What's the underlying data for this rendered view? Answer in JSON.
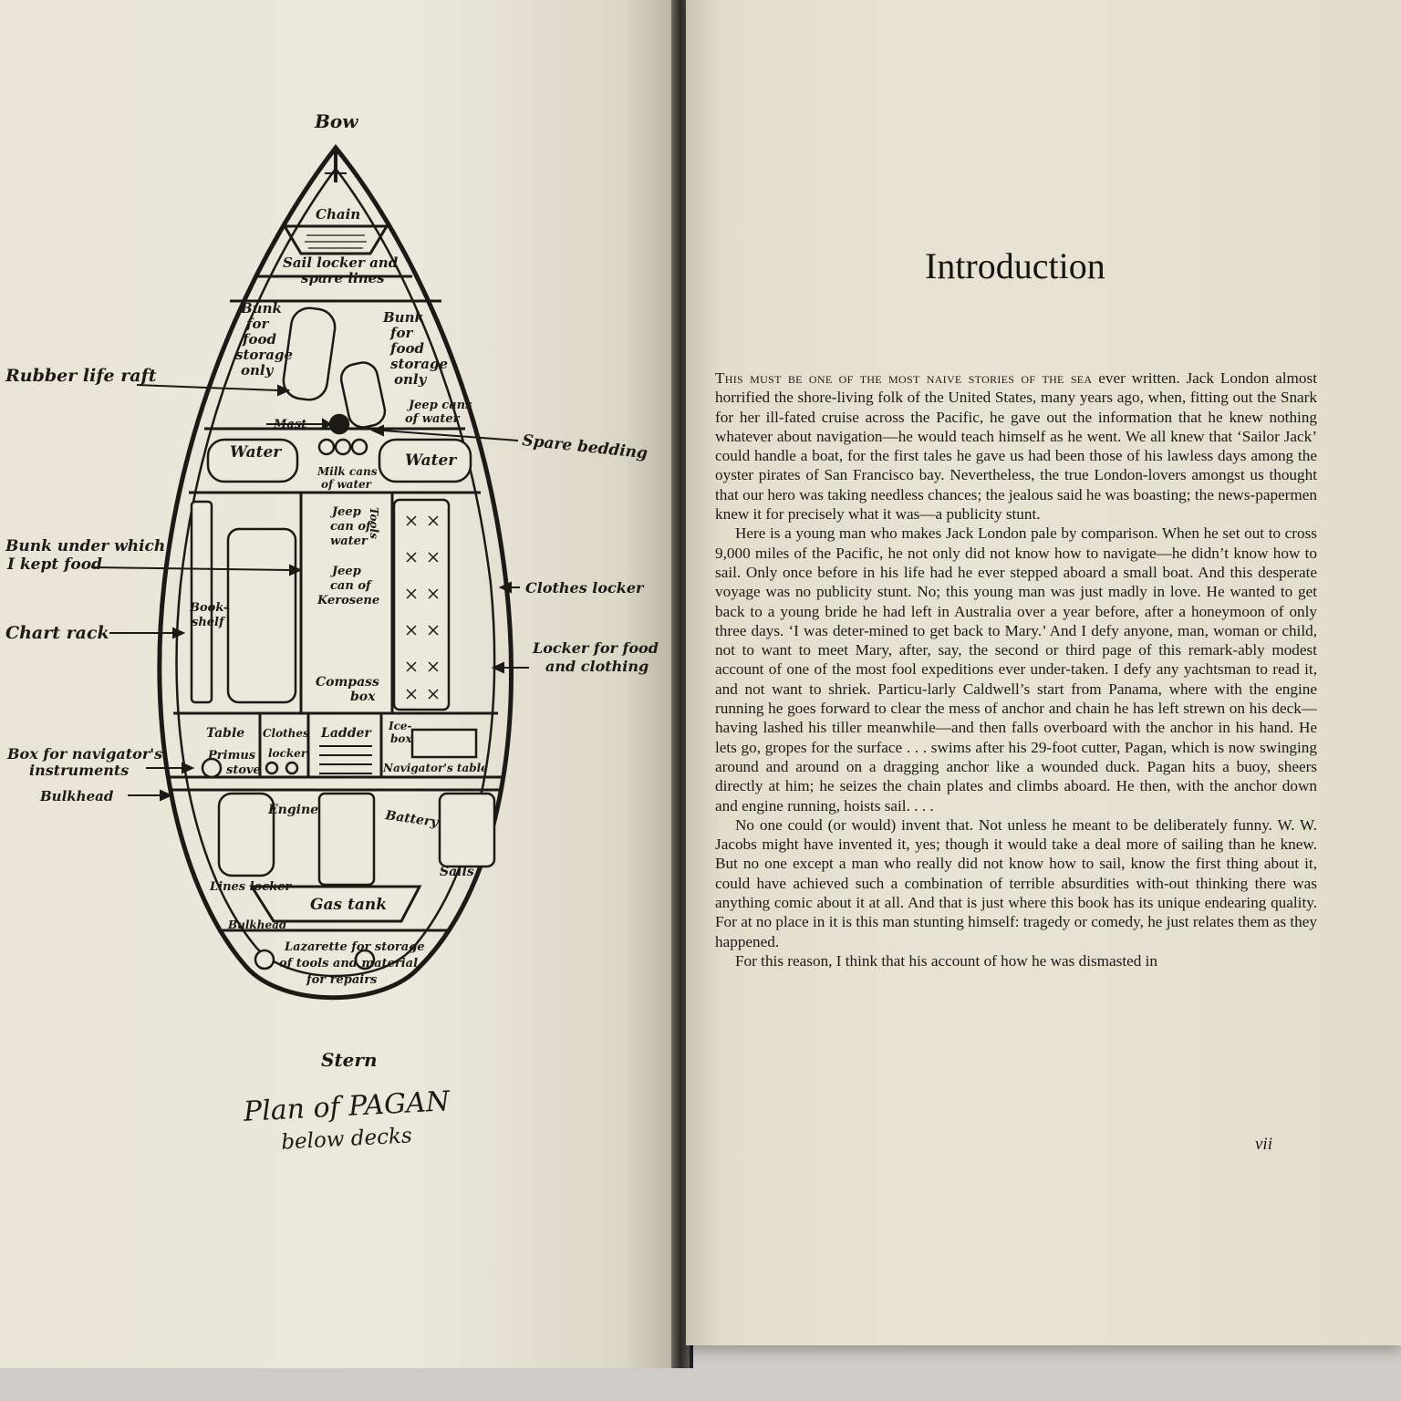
{
  "left_page": {
    "bow_label": "Bow",
    "stern_label": "Stern",
    "caption_title": "Plan of PAGAN",
    "caption_subtitle": "below decks",
    "interior_labels": {
      "chain": "Chain",
      "sail_locker_1": "Sail locker and",
      "sail_locker_2": "spare lines",
      "bunk_left": [
        "Bunk",
        "for",
        "food",
        "storage",
        "only"
      ],
      "bunk_right": [
        "Bunk",
        "for",
        "food",
        "storage",
        "only"
      ],
      "jeep_cans_water_top_1": "Jeep cans",
      "jeep_cans_water_top_2": "of water",
      "mast": "Mast",
      "water_left": "Water",
      "water_right": "Water",
      "milk_cans_1": "Milk cans",
      "milk_cans_2": "of water",
      "jeep_can_water_1": "Jeep",
      "jeep_can_water_2": "can of",
      "jeep_can_water_3": "water",
      "tools": "Tools",
      "jeep_can_kerosene_1": "Jeep",
      "jeep_can_kerosene_2": "can of",
      "jeep_can_kerosene_3": "Kerosene",
      "bookshelf_1": "Book-",
      "bookshelf_2": "shelf",
      "compass_box_1": "Compass",
      "compass_box_2": "box",
      "table": "Table",
      "primus_1": "Primus",
      "primus_2": "stove",
      "clothes_locker_inner_1": "Clothes",
      "clothes_locker_inner_2": "locker",
      "ladder": "Ladder",
      "icebox_1": "Ice-",
      "icebox_2": "box",
      "navigators_table": "Navigator's table",
      "engine": "Engine",
      "battery": "Battery",
      "sails": "Sails",
      "lines_locker": "Lines locker",
      "gas_tank": "Gas tank",
      "bulkhead_inner": "Bulkhead",
      "lazarette_1": "Lazarette for storage",
      "lazarette_2": "of tools and material",
      "lazarette_3": "for repairs"
    },
    "callouts": {
      "rubber_raft": "Rubber life raft",
      "spare_bedding": "Spare bedding",
      "bunk_food_1": "Bunk under which",
      "bunk_food_2": "I kept food",
      "clothes_locker": "Clothes locker",
      "chart_rack": "Chart rack",
      "locker_food_1": "Locker for food",
      "locker_food_2": "and clothing",
      "nav_instruments_1": "Box for navigator's",
      "nav_instruments_2": "instruments",
      "bulkhead": "Bulkhead"
    }
  },
  "right_page": {
    "title": "Introduction",
    "opening_smallcaps": "This must be one of the most naive stories of the sea",
    "paragraphs": [
      " ever written. Jack London almost horrified the shore-living folk of the United States, many years ago, when, fitting out the Snark for her ill-fated cruise across the Pacific, he gave out the information that he knew nothing whatever about navigation—he would teach himself as he went. We all knew that ‘Sailor Jack’ could handle a boat, for the first tales he gave us had been those of his lawless days among the oyster pirates of San Francisco bay. Nevertheless, the true London-lovers amongst us thought that our hero was taking needless chances; the jealous said he was boasting; the news-papermen knew it for precisely what it was—a publicity stunt.",
      "Here is a young man who makes Jack London pale by comparison. When he set out to cross 9,000 miles of the Pacific, he not only did not know how to navigate—he didn’t know how to sail. Only once before in his life had he ever stepped aboard a small boat. And this desperate voyage was no publicity stunt. No; this young man was just madly in love. He wanted to get back to a young bride he had left in Australia over a year before, after a honeymoon of only three days. ‘I was deter-mined to get back to Mary.’ And I defy anyone, man, woman or child, not to want to meet Mary, after, say, the second or third page of this remark-ably modest account of one of the most fool expeditions ever under-taken. I defy any yachtsman to read it, and not want to shriek. Particu-larly Caldwell’s start from Panama, where with the engine running he goes forward to clear the mess of anchor and chain he has left strewn on his deck—having lashed his tiller meanwhile—and then falls overboard with the anchor in his hand. He lets go, gropes for the surface . . . swims after his 29-foot cutter, Pagan, which is now swinging around and around on a dragging anchor like a wounded duck. Pagan hits a buoy, sheers directly at him; he seizes the chain plates and climbs aboard. He then, with the anchor down and engine running, hoists sail. . . .",
      "No one could (or would) invent that. Not unless he meant to be deliberately funny. W. W. Jacobs might have invented it, yes; though it would take a deal more of sailing than he knew. But no one except a man who really did not know how to sail, know the first thing about it, could have achieved such a combination of terrible absurdities with-out thinking there was anything comic about it at all. And that is just where this book has its unique endearing quality. For at no place in it is this man stunting himself: tragedy or comedy, he just relates them as they happened.",
      "For this reason, I think that his account of how he was dismasted in"
    ],
    "folio": "vii"
  }
}
